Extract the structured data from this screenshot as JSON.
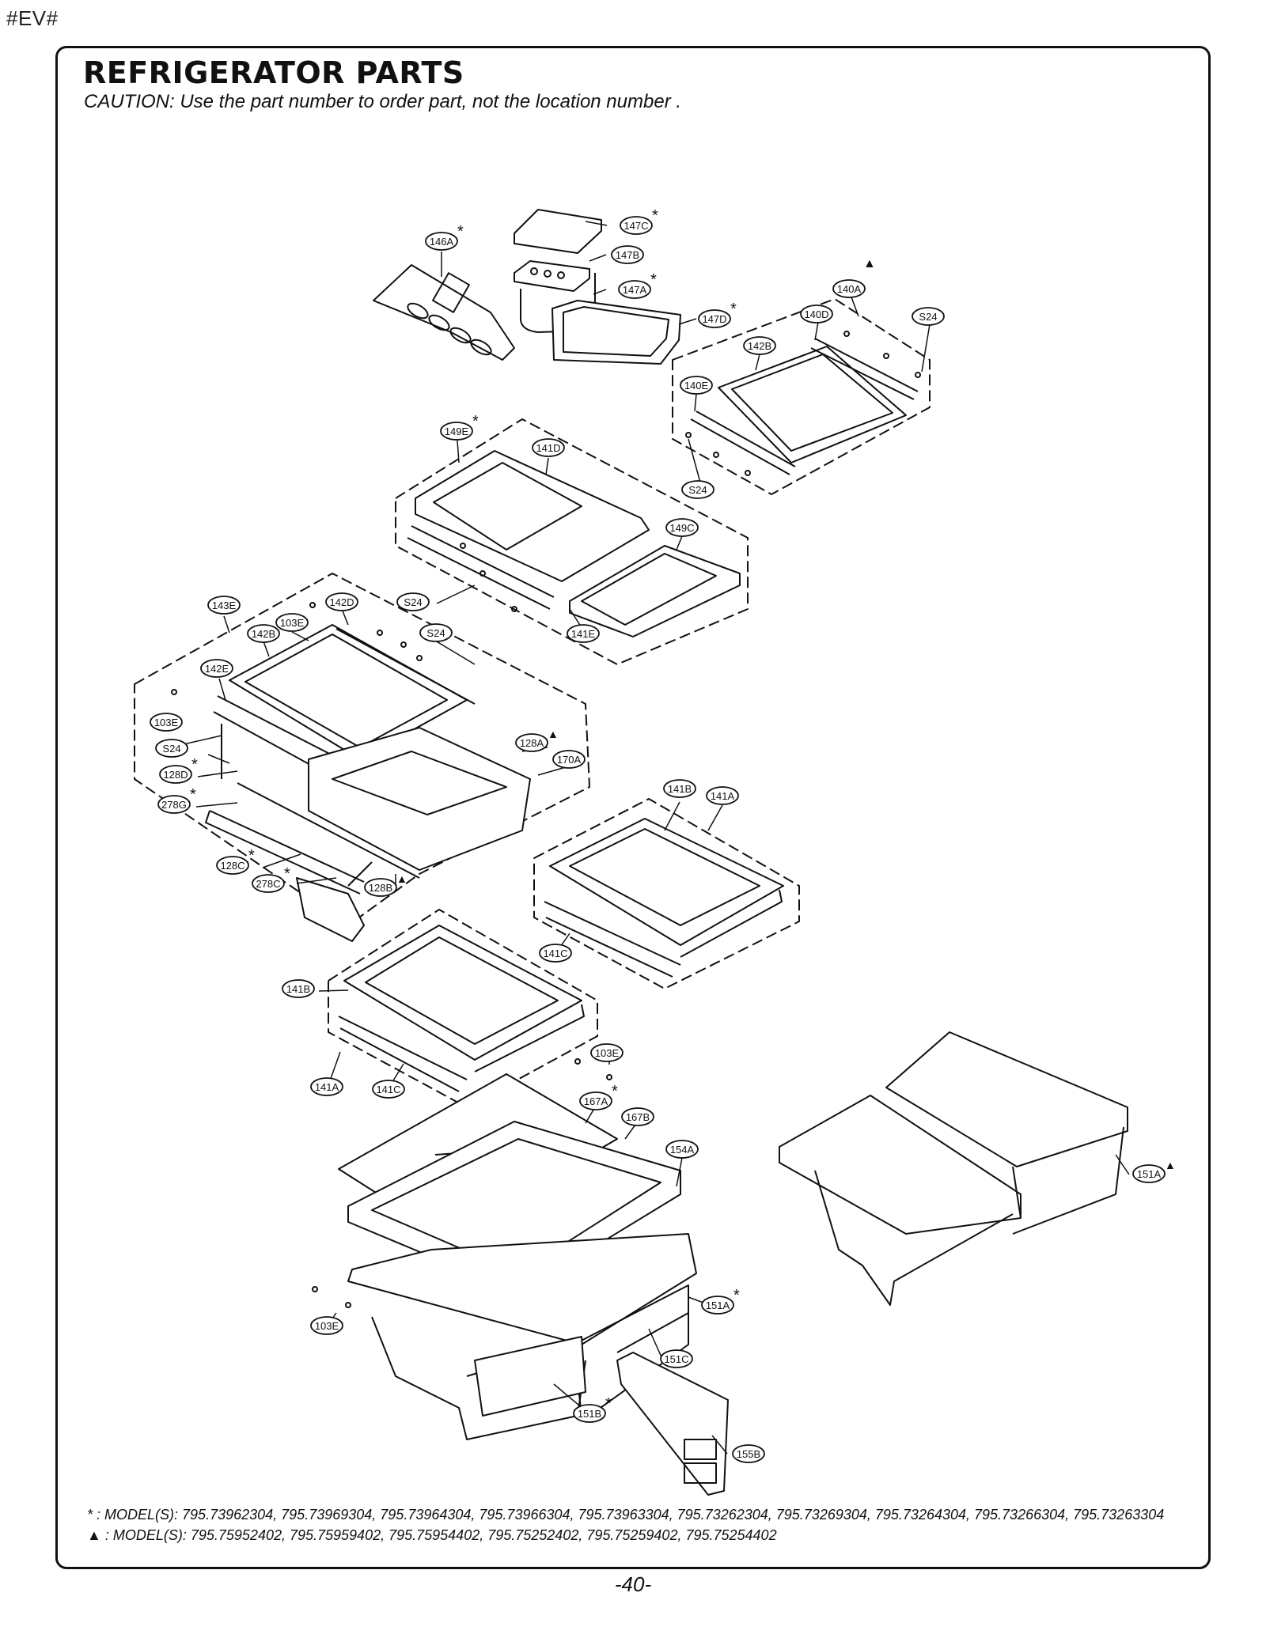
{
  "corner_tag": "#EV#",
  "title": "REFRIGERATOR PARTS",
  "caution": "CAUTION: Use the part number to order part, not the location number .",
  "callouts": [
    {
      "id": "146A",
      "mark": "*"
    },
    {
      "id": "147C",
      "mark": "*"
    },
    {
      "id": "147B",
      "mark": ""
    },
    {
      "id": "147A",
      "mark": "*"
    },
    {
      "id": "147D",
      "mark": "*"
    },
    {
      "id": "140A",
      "mark": ""
    },
    {
      "id": "140D",
      "mark": ""
    },
    {
      "id": "S24",
      "mark": ""
    },
    {
      "id": "142B",
      "mark": ""
    },
    {
      "id": "140E",
      "mark": ""
    },
    {
      "id": "S24",
      "mark": ""
    },
    {
      "id": "149E",
      "mark": "*"
    },
    {
      "id": "141D",
      "mark": ""
    },
    {
      "id": "149C",
      "mark": ""
    },
    {
      "id": "S24",
      "mark": ""
    },
    {
      "id": "141E",
      "mark": ""
    },
    {
      "id": "143E",
      "mark": ""
    },
    {
      "id": "142D",
      "mark": ""
    },
    {
      "id": "103E",
      "mark": ""
    },
    {
      "id": "142B",
      "mark": ""
    },
    {
      "id": "S24",
      "mark": ""
    },
    {
      "id": "142E",
      "mark": ""
    },
    {
      "id": "103E",
      "mark": ""
    },
    {
      "id": "S24",
      "mark": ""
    },
    {
      "id": "128D",
      "mark": "*"
    },
    {
      "id": "278G",
      "mark": "*"
    },
    {
      "id": "128A",
      "mark": "▲"
    },
    {
      "id": "170A",
      "mark": ""
    },
    {
      "id": "128C",
      "mark": "*"
    },
    {
      "id": "278C",
      "mark": "*"
    },
    {
      "id": "128B",
      "mark": "▲"
    },
    {
      "id": "141B",
      "mark": ""
    },
    {
      "id": "141A",
      "mark": ""
    },
    {
      "id": "141C",
      "mark": ""
    },
    {
      "id": "141B",
      "mark": ""
    },
    {
      "id": "141A",
      "mark": ""
    },
    {
      "id": "141C",
      "mark": ""
    },
    {
      "id": "103E",
      "mark": ""
    },
    {
      "id": "167A",
      "mark": "*"
    },
    {
      "id": "167B",
      "mark": ""
    },
    {
      "id": "154A",
      "mark": ""
    },
    {
      "id": "151A",
      "mark": "▲"
    },
    {
      "id": "151A",
      "mark": "*"
    },
    {
      "id": "103E",
      "mark": ""
    },
    {
      "id": "151C",
      "mark": ""
    },
    {
      "id": "151B",
      "mark": "*"
    },
    {
      "id": "155B",
      "mark": ""
    }
  ],
  "notes": [
    {
      "symbol": "*",
      "text": ": MODEL(S): 795.73962304, 795.73969304, 795.73964304, 795.73966304, 795.73963304, 795.73262304, 795.73269304, 795.73264304, 795.73266304, 795.73263304"
    },
    {
      "symbol": "▲",
      "text": ": MODEL(S): 795.75952402, 795.75959402, 795.75954402, 795.75252402, 795.75259402, 795.75254402"
    }
  ],
  "page_number": "-40-"
}
